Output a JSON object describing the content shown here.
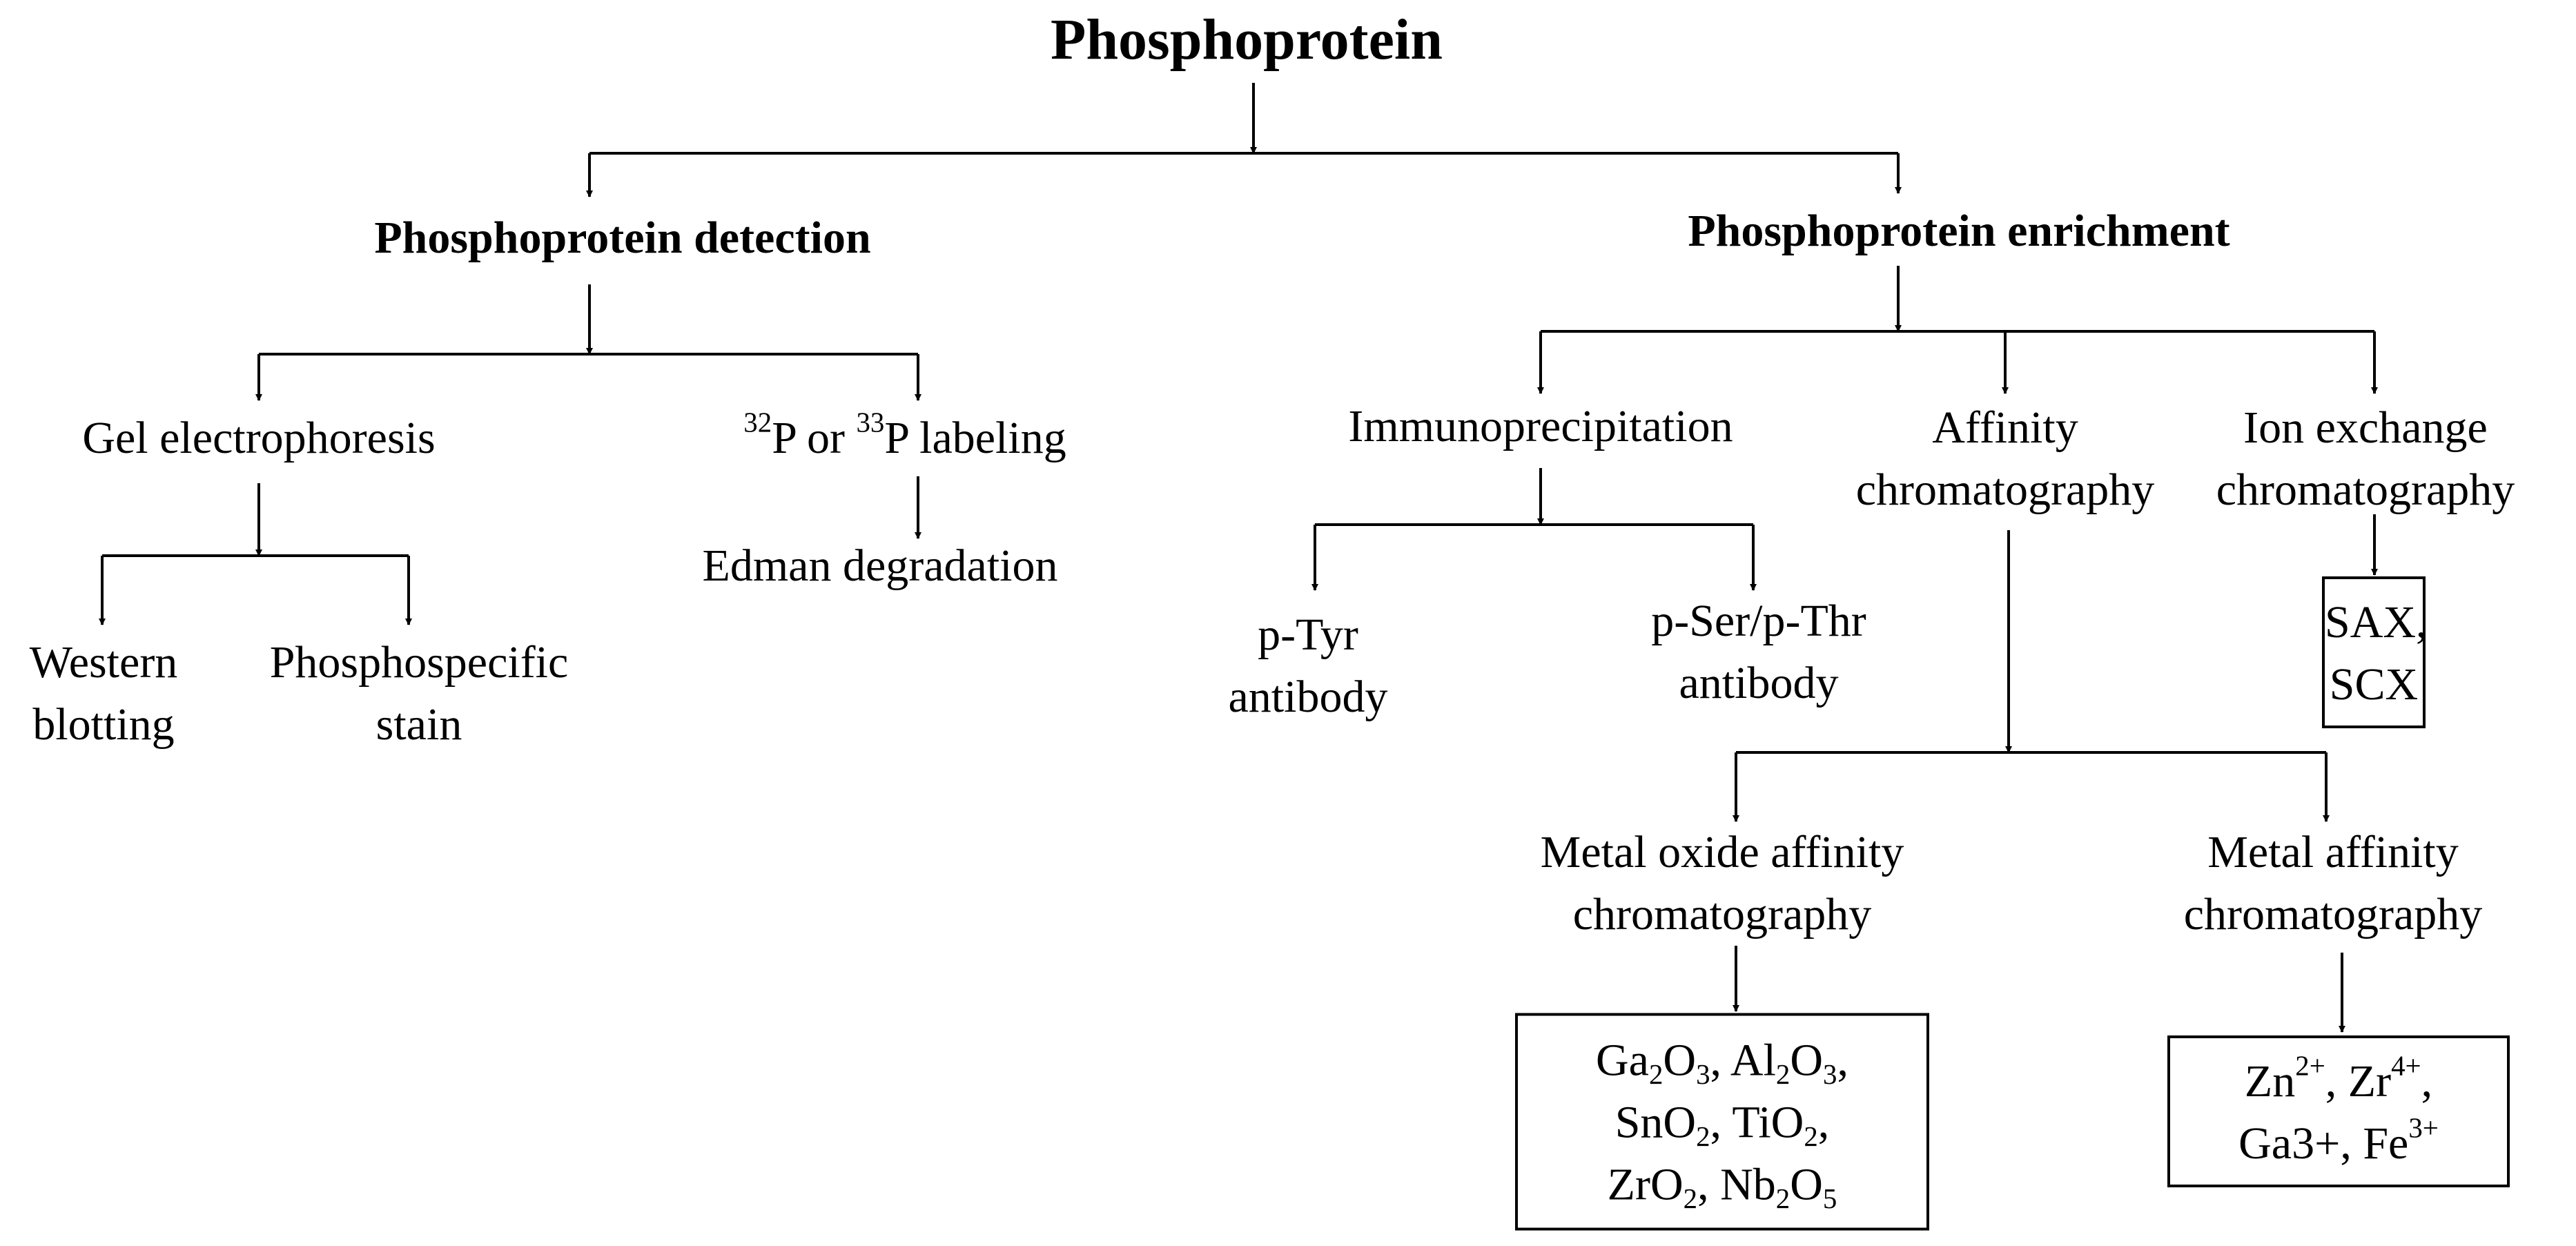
{
  "diagram": {
    "root": "Phosphoprotein",
    "detection": {
      "title": "Phosphoprotein detection",
      "gel": "Gel electrophoresis",
      "western": [
        "Western",
        "blotting"
      ],
      "phosphospecific": [
        "Phosphospecific",
        "stain"
      ],
      "labeling": {
        "iso1": "32",
        "mid": "P or ",
        "iso2": "33",
        "end": "P labeling"
      },
      "edman": "Edman degradation"
    },
    "enrichment": {
      "title": "Phosphoprotein enrichment",
      "immuno": "Immunoprecipitation",
      "ptyr": [
        "p-Tyr",
        "antibody"
      ],
      "pser": [
        "p-Ser/p-Thr",
        "antibody"
      ],
      "affinity": [
        "Affinity",
        "chromatography"
      ],
      "ionexchange": [
        "Ion exchange",
        "chromatography"
      ],
      "sax": [
        "SAX,",
        "SCX"
      ],
      "metaloxide": [
        "Metal oxide affinity",
        "chromatography"
      ],
      "metalaffinity": [
        "Metal affinity",
        "chromatography"
      ],
      "oxides": {
        "ga": "Ga",
        "ga_n": "2",
        "o1": "O",
        "o1_n": "3",
        "sep1": ", ",
        "al": "Al",
        "al_n": "2",
        "o2": "O",
        "o2_n": "3",
        "trail1": ",",
        "sn": "SnO",
        "sn_n": "2",
        "sep2": ", ",
        "ti": "TiO",
        "ti_n": "2",
        "trail2": ",",
        "zr": "ZrO",
        "zr_n": "2",
        "sep3": ", ",
        "nb": "Nb",
        "nb_n": "2",
        "o3": "O",
        "o3_n": "5"
      },
      "ions": {
        "zn": "Zn",
        "zn_c": "2+",
        "sep1": ", ",
        "zr": "Zr",
        "zr_c": "4+",
        "trail1": ",",
        "ga": "Ga3+",
        "sep2": ", ",
        "fe": "Fe",
        "fe_c": "3+"
      }
    },
    "line_color": "#000000"
  }
}
